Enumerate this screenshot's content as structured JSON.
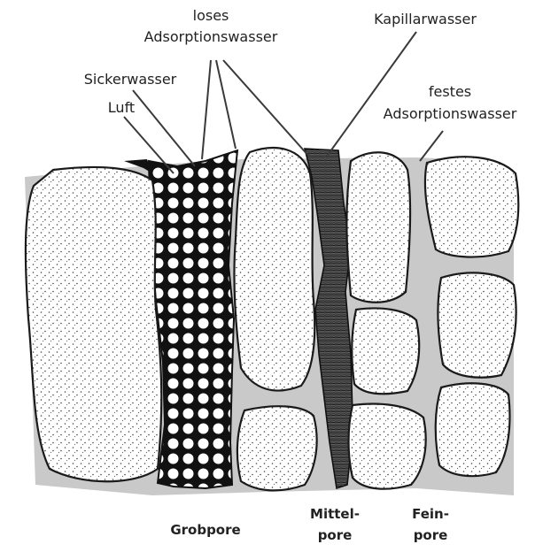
{
  "labels": {
    "loses_line1": "loses",
    "loses_line2": "Adsorptionswasser",
    "kapillar": "Kapillarwasser",
    "sicker": "Sickerwasser",
    "luft": "Luft",
    "festes_line1": "festes",
    "festes_line2": "Adsorptionswasser"
  },
  "pores": {
    "grob": "Grobpore",
    "mittel_line1": "Mittel-",
    "mittel_line2": "pore",
    "fein_line1": "Fein-",
    "fein_line2": "pore"
  },
  "colors": {
    "water_film": "#c9c9c9",
    "grain_outline": "#1a1a1a",
    "sicker_fill": "#111111",
    "kapillar_fill": "#555555"
  }
}
